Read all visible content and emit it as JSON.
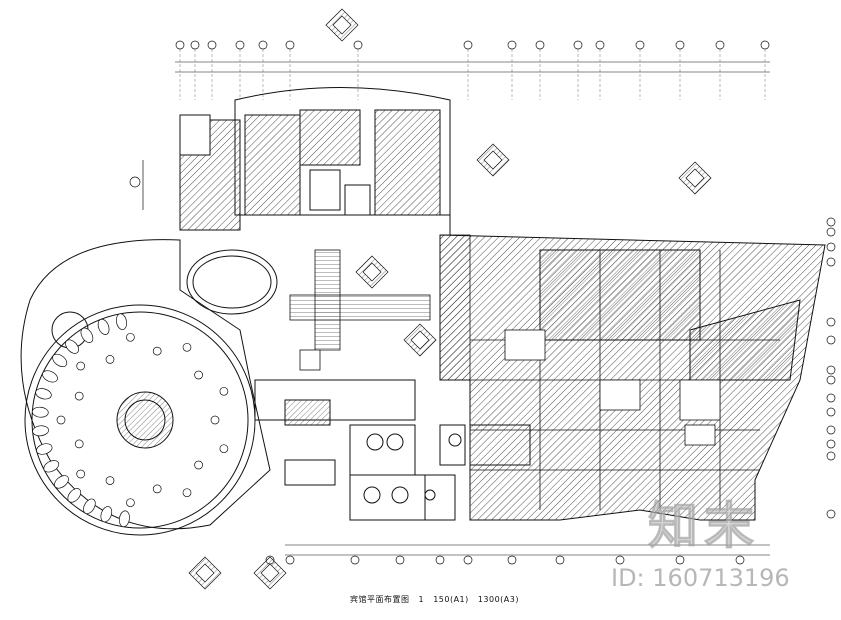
{
  "drawing": {
    "title_text": "宾馆平面布置图",
    "scale_label": "1",
    "scale_a1": "150(A1)",
    "scale_a3": "1300(A3)"
  },
  "watermark": {
    "logo_text": "知末",
    "id_text": "ID: 160713196"
  },
  "colors": {
    "line": "#111111",
    "watermark": "#bbbbbb"
  }
}
